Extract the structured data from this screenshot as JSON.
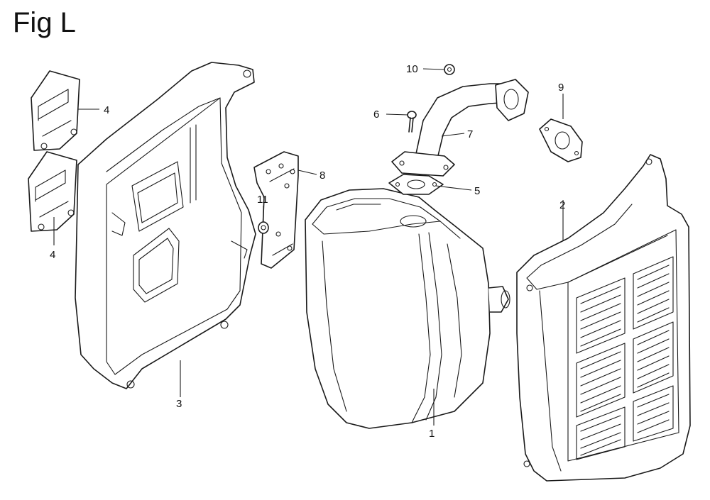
{
  "figure": {
    "title": "Fig L"
  },
  "callouts": [
    {
      "id": "c1",
      "label": "1"
    },
    {
      "id": "c2",
      "label": "2"
    },
    {
      "id": "c3",
      "label": "3"
    },
    {
      "id": "c4a",
      "label": "4"
    },
    {
      "id": "c4b",
      "label": "4"
    },
    {
      "id": "c5",
      "label": "5"
    },
    {
      "id": "c6",
      "label": "6"
    },
    {
      "id": "c7",
      "label": "7"
    },
    {
      "id": "c8",
      "label": "8"
    },
    {
      "id": "c9",
      "label": "9"
    },
    {
      "id": "c10",
      "label": "10"
    },
    {
      "id": "c11",
      "label": "11"
    }
  ]
}
